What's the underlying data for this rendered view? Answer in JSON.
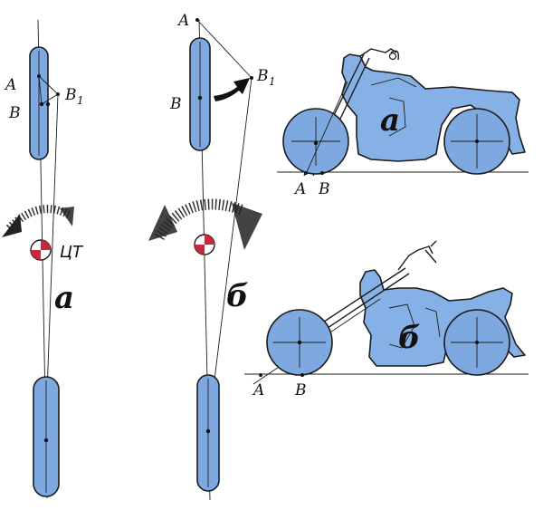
{
  "labels": {
    "A": "A",
    "B": "B",
    "B1": "B",
    "B1_sub": "1",
    "cg": "ЦТ",
    "variant_a": "a",
    "variant_b": "б"
  },
  "colors": {
    "wheel_blue": "#7ea9e0",
    "body_blue": "#86b1e6",
    "outline": "#1b1b1b",
    "cg_red": "#c8283a"
  },
  "icons": [
    "rotation-arrow-icon",
    "center-of-gravity-icon",
    "push-arrow-icon"
  ]
}
